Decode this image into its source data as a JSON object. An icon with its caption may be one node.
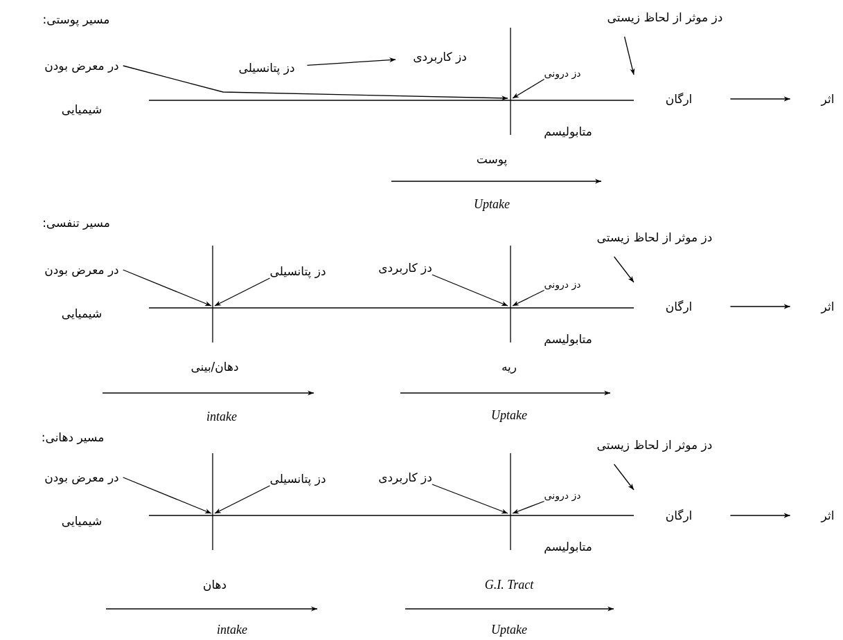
{
  "diagram": {
    "nodes": [
      {
        "text": [
          "دز موثر از لحاظ زیستی"
        ]
      },
      {
        "text": [
          "در معرض بودن"
        ],
        "beside": [
          "شیمیایی"
        ]
      },
      {
        "text": [
          "دز پتانسیلی"
        ]
      },
      {
        "text": [
          "دز کاربردی"
        ]
      },
      {
        "text": [
          "دز درونی"
        ]
      },
      {
        "text": [
          "ارگان"
        ]
      },
      {
        "text": [
          "اثر"
        ]
      },
      {
        "text": [
          "دز موثر از لحاظ زیستی"
        ]
      },
      {
        "text": [
          "در معرض بودن"
        ],
        "beside": [
          "شیمیایی"
        ]
      },
      {
        "text": [
          "دز پتانسیلی"
        ]
      },
      {
        "text": [
          "دز کاربردی"
        ]
      },
      {
        "text": [
          "دز درونی"
        ]
      },
      {
        "text": [
          "ارگان"
        ]
      },
      {
        "text": [
          "اثر"
        ]
      },
      {
        "text": [
          "دز موثر از لحاظ زیستی"
        ]
      },
      {
        "text": [
          "در معرض بودن"
        ],
        "beside": [
          "شیمیایی"
        ]
      },
      {
        "text": [
          "دز پتانسیلی"
        ]
      },
      {
        "text": [
          "دز کاربردی"
        ]
      },
      {
        "text": [
          "دز درونی"
        ]
      },
      {
        "text": [
          "ارگان"
        ]
      },
      {
        "text": [
          "اثر"
        ]
      }
    ],
    "edges": [
      {
        "from": 1,
        "to": null,
        "arrow": "to"
      },
      {
        "from": 2,
        "to": 3,
        "arrow": "to"
      },
      {
        "from": 4,
        "to": null,
        "arrow": "to"
      },
      {
        "from": 0,
        "to": null,
        "arrow": "to"
      },
      {
        "from": 5,
        "to": 6,
        "arrow": "to"
      },
      {
        "from": 8,
        "to": null,
        "arrow": "to"
      },
      {
        "from": 9,
        "to": null,
        "arrow": "to"
      },
      {
        "from": 10,
        "to": null,
        "arrow": "to"
      },
      {
        "from": 11,
        "to": null,
        "arrow": "to"
      },
      {
        "from": 7,
        "to": null,
        "arrow": "to"
      },
      {
        "from": 12,
        "to": 13,
        "arrow": "to"
      },
      {
        "from": 15,
        "to": null,
        "arrow": "to"
      },
      {
        "from": 16,
        "to": null,
        "arrow": "to"
      },
      {
        "from": 17,
        "to": null,
        "arrow": "to"
      },
      {
        "from": 18,
        "to": null,
        "arrow": "to"
      },
      {
        "from": 14,
        "to": null,
        "arrow": "to"
      },
      {
        "from": 19,
        "to": 20,
        "arrow": "to"
      }
    ],
    "labels": [
      "مسیر پوستی:",
      "متابولیسم",
      "پوست",
      "Uptake",
      "مسیر تنفسی:",
      "متابولیسم",
      "دهان/بینی",
      "ریه",
      "intake",
      "Uptake",
      "مسیر دهانی:",
      "متابولیسم",
      "دهان",
      "G.I. Tract",
      "intake",
      "Uptake"
    ]
  }
}
